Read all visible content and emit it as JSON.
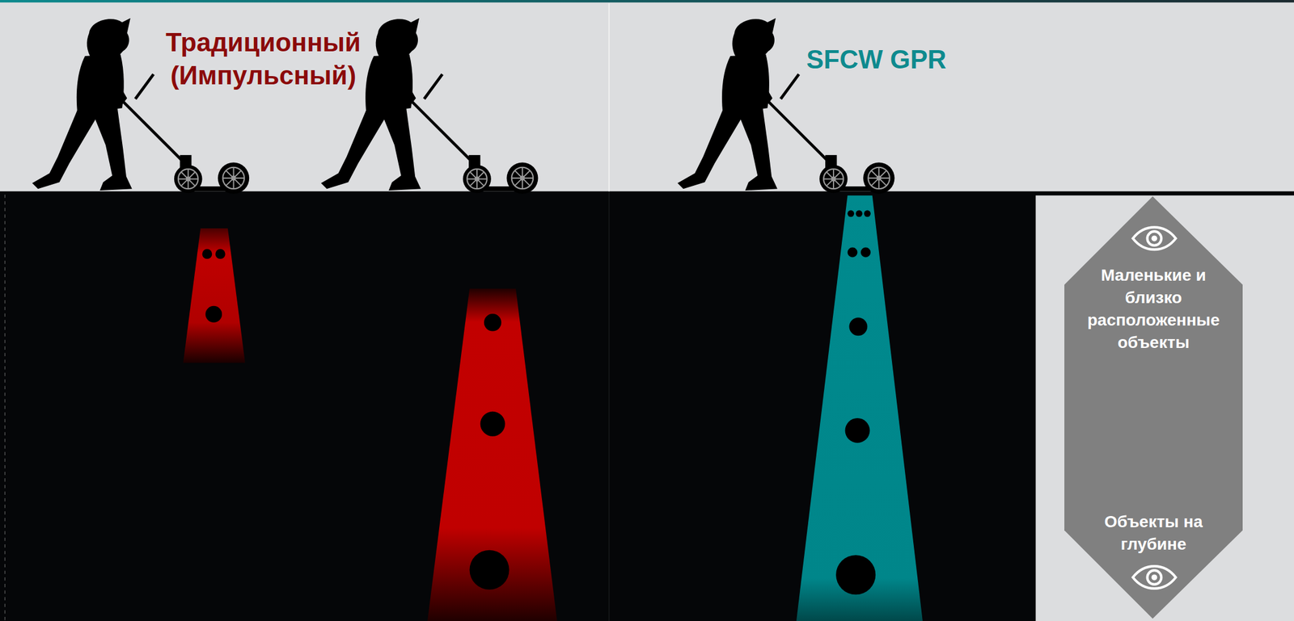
{
  "diagram": {
    "nodes": [
      {
        "text": [
          "Маленькие и близко расположенные объекты",
          "Объекты на глубине"
        ]
      }
    ],
    "labels": [
      "Традиционный (Импульсный)",
      "SFCW GPR"
    ]
  }
}
